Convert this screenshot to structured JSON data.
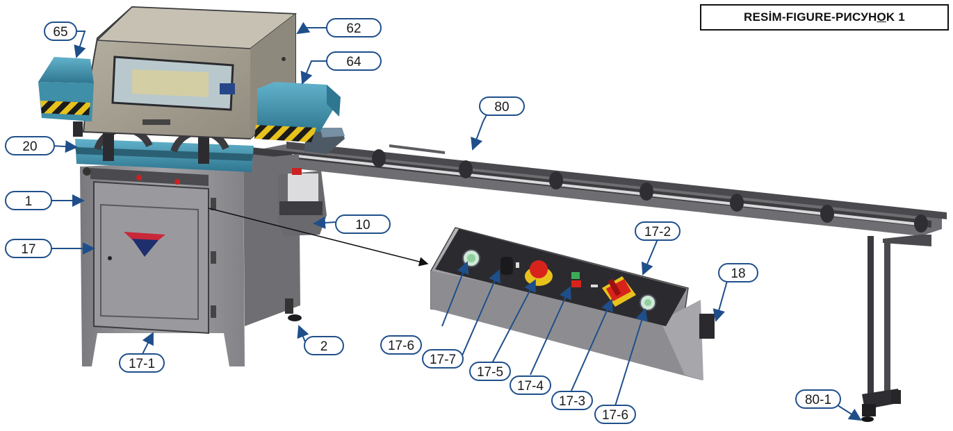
{
  "figure_title": {
    "pre": "RESİM-FIGURE-РИСУН",
    "underlined": "O",
    "post": "K 1"
  },
  "labels": {
    "l65": "65",
    "l62": "62",
    "l64": "64",
    "l80": "80",
    "l20": "20",
    "l1": "1",
    "l17": "17",
    "l10": "10",
    "l2": "2",
    "l171": "17-1",
    "l172": "17-2",
    "l18": "18",
    "l176a": "17-6",
    "l177": "17-7",
    "l175": "17-5",
    "l174": "17-4",
    "l173": "17-3",
    "l176b": "17-6",
    "l801": "80-1"
  },
  "colors": {
    "leader": "#1f4f8a",
    "label_border": "#1f4f8a",
    "body_grey": "#8e8e92",
    "guard_teal": "#3f8fa8",
    "hazard_yellow": "#e7c21c",
    "estop_red": "#d8231c"
  }
}
